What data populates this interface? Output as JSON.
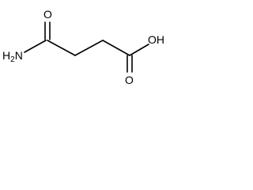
{
  "structure": {
    "labels": {
      "amine_h": "H",
      "amine_sub": "2",
      "amine_n": "N",
      "amide_o": "O",
      "acid_o": "O",
      "hydroxyl": "OH"
    },
    "colors": {
      "ink": "#000000",
      "background": "#ffffff"
    }
  }
}
